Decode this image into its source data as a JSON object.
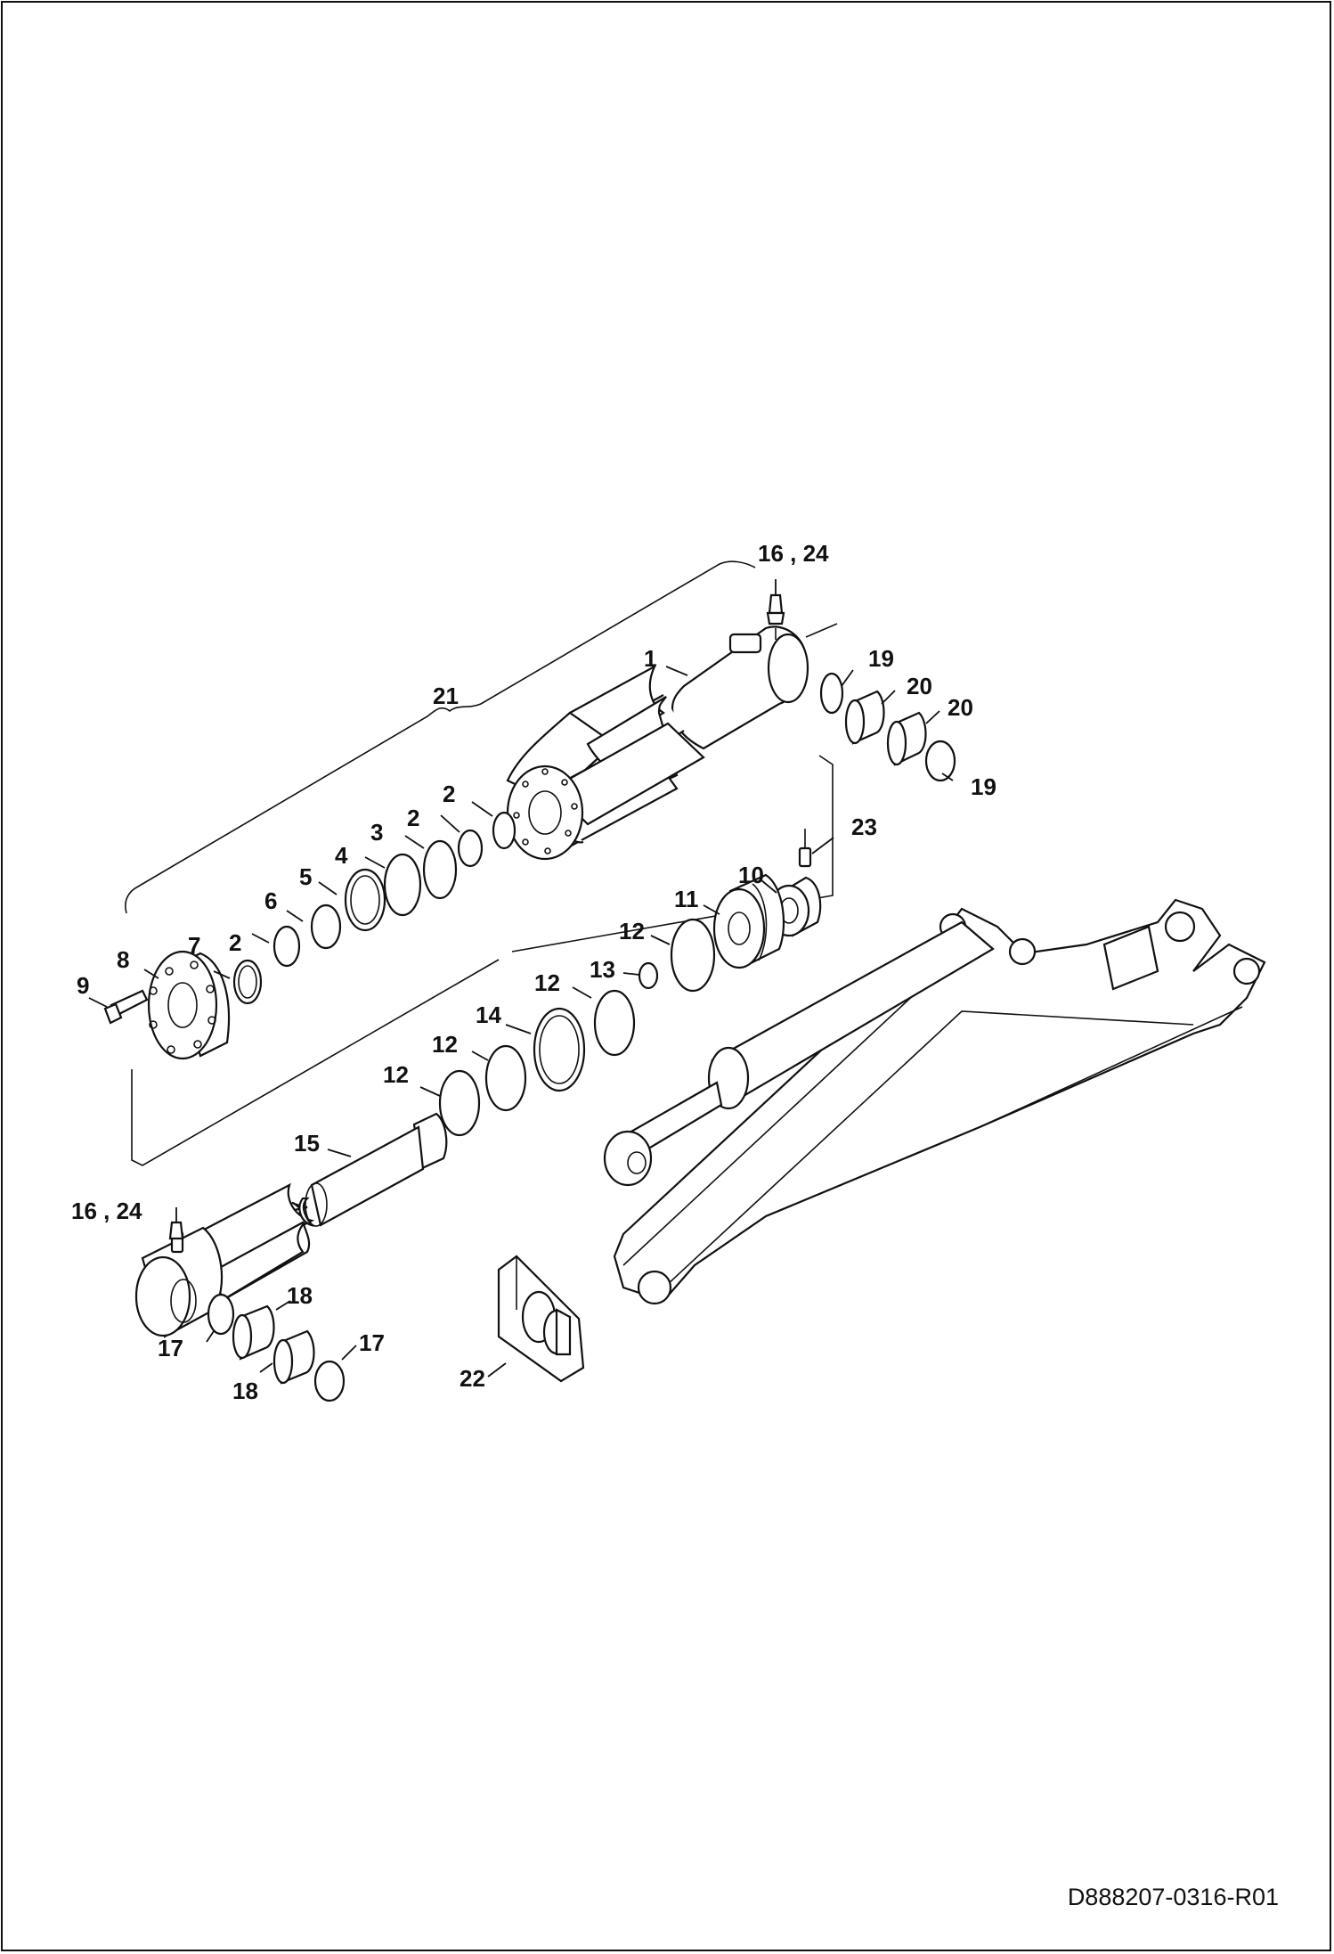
{
  "drawing_number": "D888207-0316-R01",
  "callouts": {
    "c1": "1",
    "c2a": "2",
    "c2b": "2",
    "c2c": "2",
    "c3": "3",
    "c4": "4",
    "c5": "5",
    "c6": "6",
    "c7": "7",
    "c8": "8",
    "c9": "9",
    "c10": "10",
    "c11": "11",
    "c12a": "12",
    "c12b": "12",
    "c12c": "12",
    "c12d": "12",
    "c13": "13",
    "c14": "14",
    "c15": "15",
    "c16_24a": "16 , 24",
    "c16_24b": "16 , 24",
    "c17a": "17",
    "c17b": "17",
    "c18a": "18",
    "c18b": "18",
    "c19a": "19",
    "c19b": "19",
    "c20a": "20",
    "c20b": "20",
    "c21": "21",
    "c22": "22",
    "c23": "23"
  }
}
